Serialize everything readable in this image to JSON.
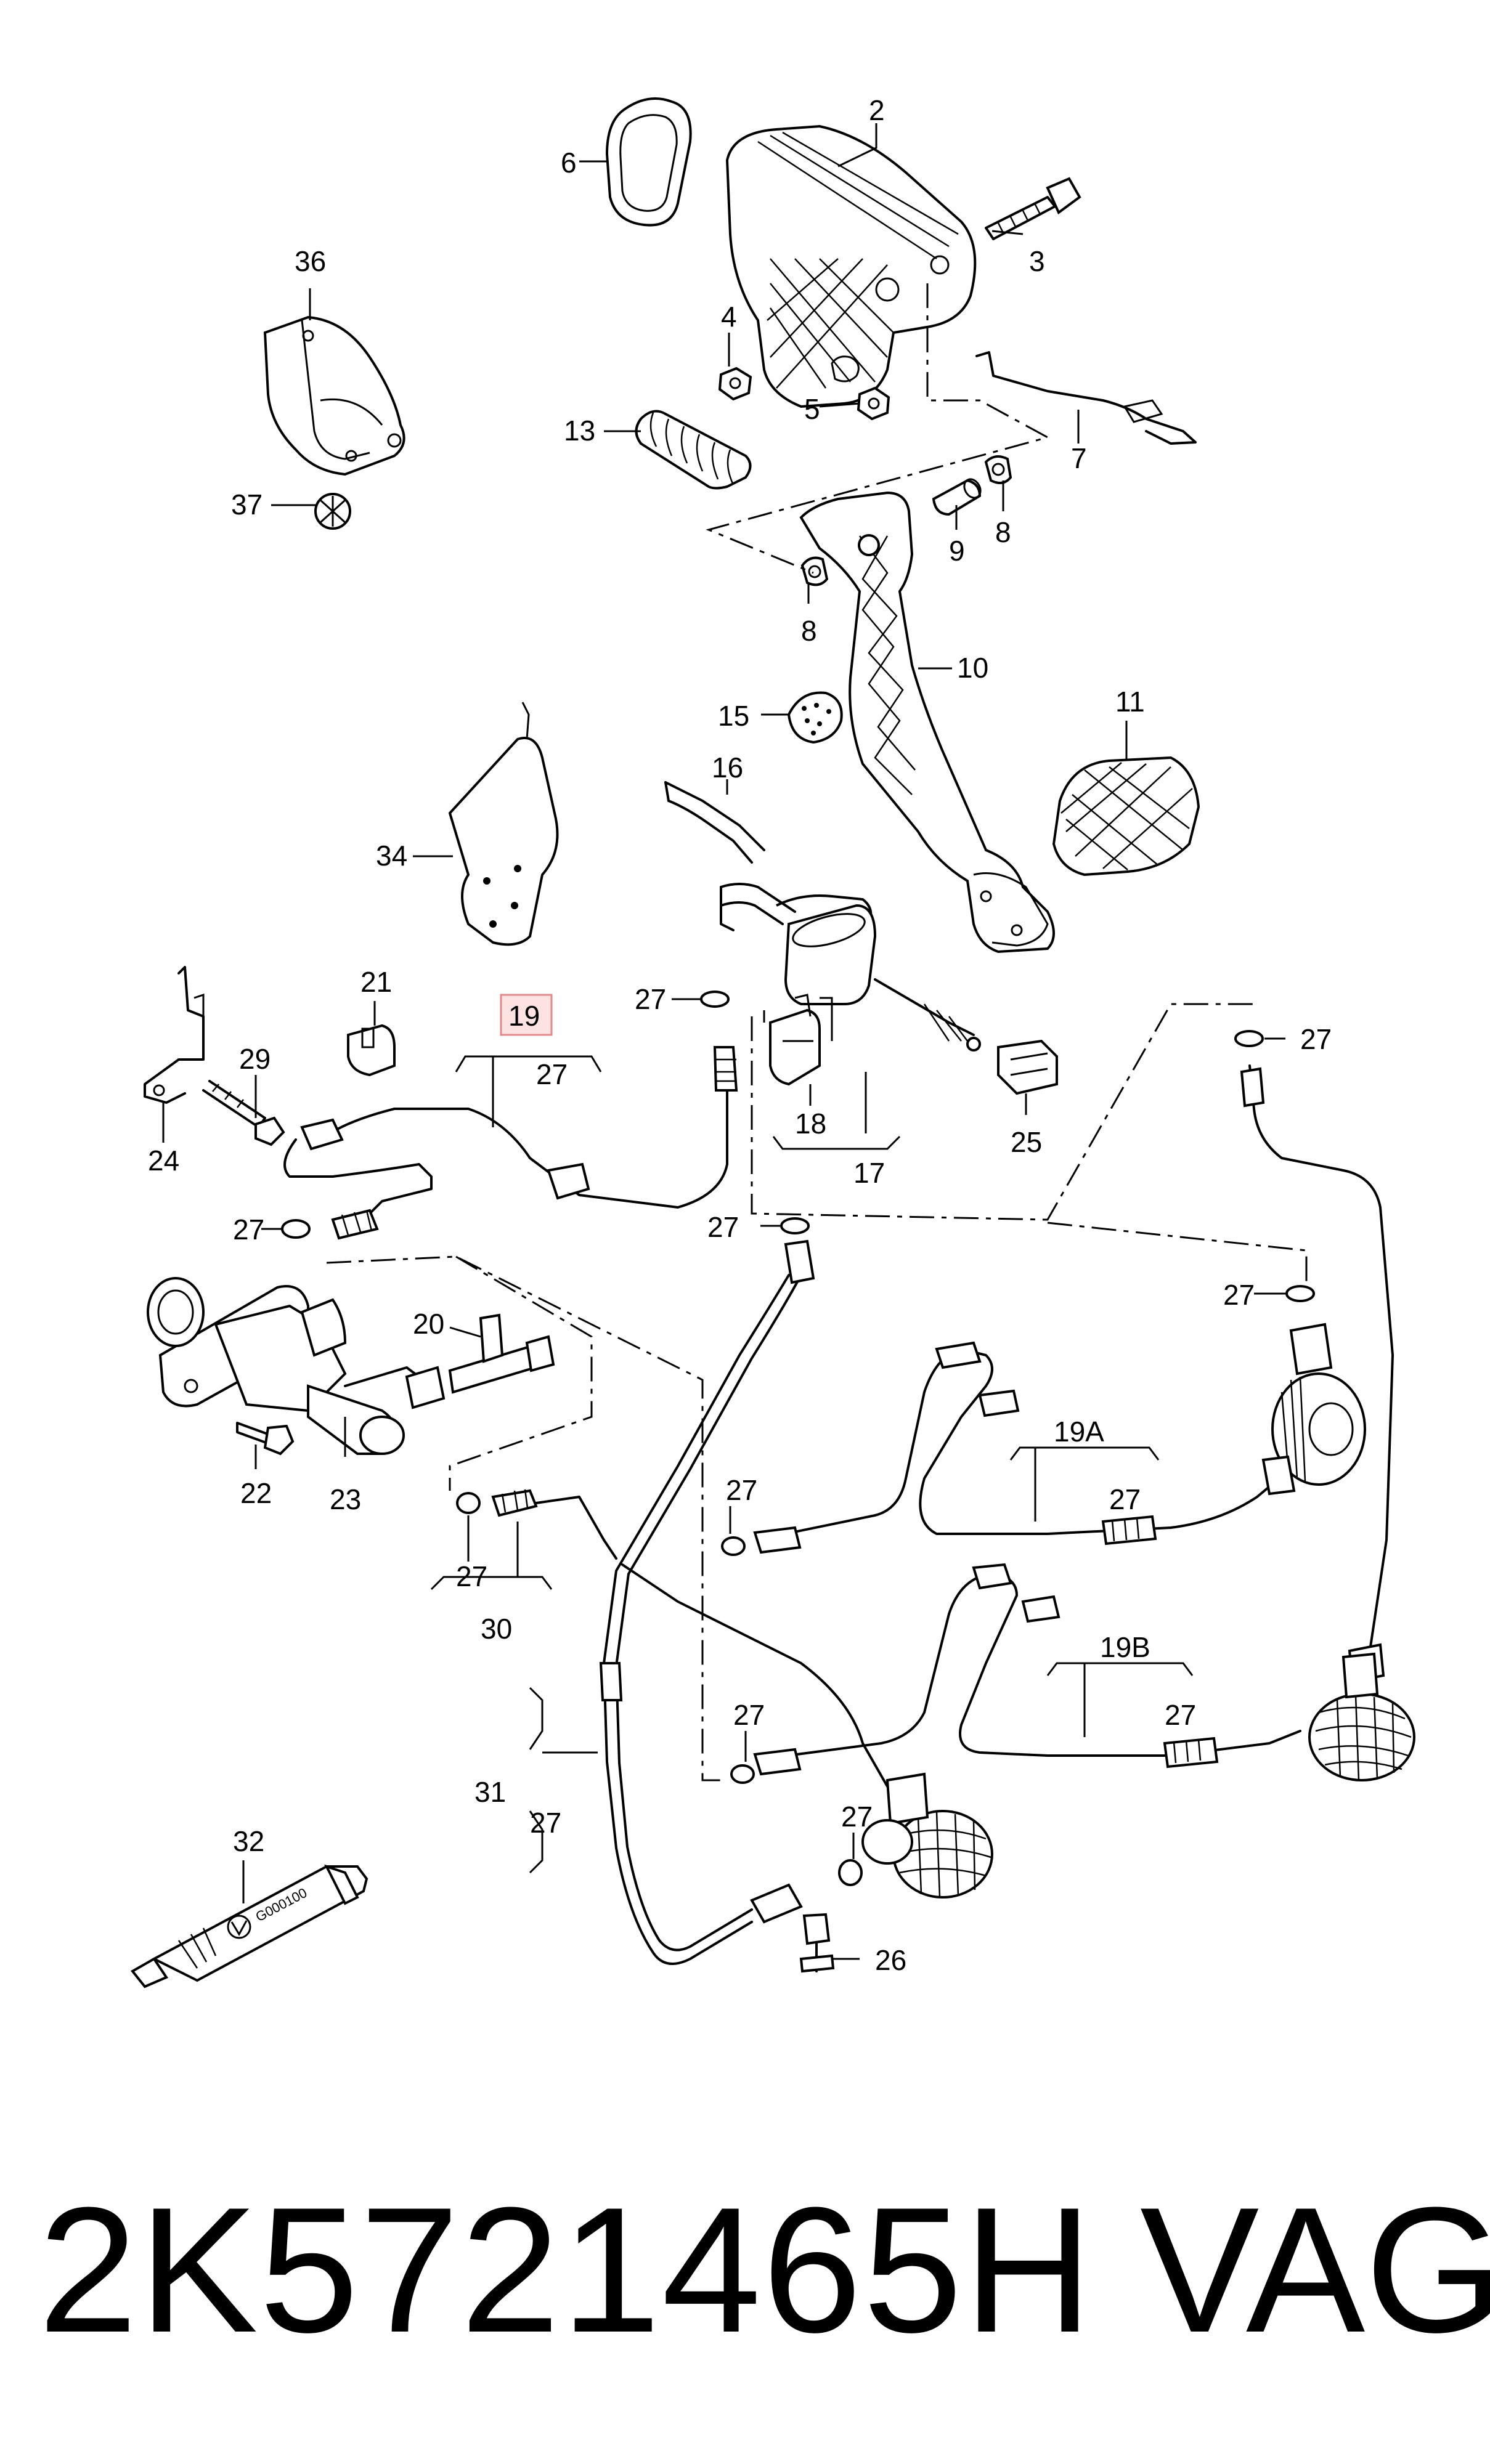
{
  "labels": {
    "l1": "2",
    "l2": "6",
    "l3": "3",
    "l4": "36",
    "l5": "4",
    "l6": "5",
    "l7": "7",
    "l8": "13",
    "l9": "37",
    "l10": "8",
    "l11": "9",
    "l12": "8",
    "l13": "10",
    "l14": "15",
    "l15": "11",
    "l16": "16",
    "l17": "34",
    "l18": "21",
    "l19": "19",
    "l20": "27",
    "l21": "27",
    "l22": "29",
    "l23": "24",
    "l24": "18",
    "l25": "17",
    "l26": "25",
    "l27": "27",
    "l28": "27",
    "l29": "27",
    "l30": "27",
    "l31": "20",
    "l32": "22",
    "l33": "23",
    "l34": "19A",
    "l35": "27",
    "l36": "27",
    "l37": "27",
    "l38": "30",
    "l39": "19B",
    "l40": "27",
    "l41": "27",
    "l42": "31",
    "l43": "27",
    "l44": "27",
    "l45": "32",
    "l46": "26"
  },
  "footer": {
    "part_number": "2K5721465H",
    "brand": "VAG"
  }
}
